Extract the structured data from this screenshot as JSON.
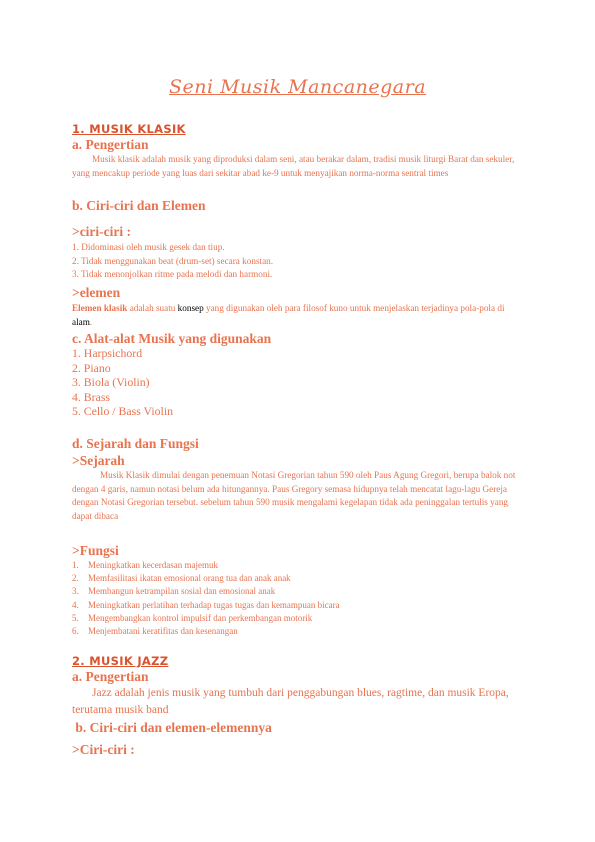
{
  "title": "Seni Musik Mancanegara",
  "section1": {
    "heading": "1. MUSIK KLASIK",
    "a_heading": "a. Pengertian",
    "a_text": "Musik klasik adalah musik yang diproduksi dalam seni, atau berakar dalam, tradisi musik liturgi Barat dan sekuler, yang mencakup periode yang luas dari sekitar abad ke-9 untuk menyajikan norma-norma sentral times",
    "b_heading": "b. Ciri-ciri  dan Elemen",
    "ciri_heading": ">ciri-ciri :",
    "ciri_items": [
      "1. Didominasi oleh musik gesek dan tiup.",
      "2. Tidak menggunakan beat (drum-set) secara konstan.",
      "3. Tidak menonjolkan ritme pada melodi dan harmoni."
    ],
    "elemen_heading": ">elemen",
    "elemen_bold": "Elemen klasik",
    "elemen_text1": " adalah suatu ",
    "elemen_link1": "konsep",
    "elemen_text2": " yang digunakan oleh para filosof kuno untuk menjelaskan terjadinya pola-pola di ",
    "elemen_link2": "alam",
    "elemen_text3": ".",
    "c_heading": "c. Alat-alat Musik yang digunakan",
    "alat_items": [
      " 1. Harpsichord",
      " 2. Piano",
      " 3. Biola (Violin)",
      " 4. Brass",
      " 5. Cello /  Bass Violin"
    ],
    "d_heading": "d. Sejarah dan Fungsi",
    "sejarah_heading": ">Sejarah",
    "sejarah_text": "Musik Klasik dimulai dengan penemuan Notasi Gregorian tahun 590 oleh Paus Agung Gregori, berupa balok not dengan 4 garis, namun notasi belum ada hitungannya. Paus Gregory semasa hidupnya telah mencatat lagu-lagu Gereja dengan Notasi Gregorian tersebut. sebelum tahun 590 musik mengalami kegelapan tidak ada peninggalan tertulis yang dapat dibaca",
    "fungsi_heading": ">Fungsi",
    "fungsi_items": [
      {
        "num": "1.",
        "text": "Meningkatkan kecerdasan majemuk"
      },
      {
        "num": "2.",
        "text": "Memfasilitasi ikatan emosional orang tua dan anak anak"
      },
      {
        "num": "3.",
        "text": "Membangun ketrampilan sosial dan emosional anak"
      },
      {
        "num": "4.",
        "text": "Meningkatkan perlatihan terhadap tugas tugas dan kemampuan bicara"
      },
      {
        "num": "5.",
        "text": "Mengembangkan kontrol impulsif dan perkembangan motorik"
      },
      {
        "num": "6.",
        "text": "Menjembatani keratifitas dan kesenangan"
      }
    ]
  },
  "section2": {
    "heading": "2. MUSIK JAZZ",
    "a_heading": "a. Pengertian",
    "a_text": "Jazz adalah jenis musik yang tumbuh dari penggabungan blues, ragtime, dan musik Eropa, terutama musik band",
    "b_heading": " b. Ciri-ciri dan elemen-elemennya",
    "ciri_heading": ">Ciri-ciri :"
  }
}
